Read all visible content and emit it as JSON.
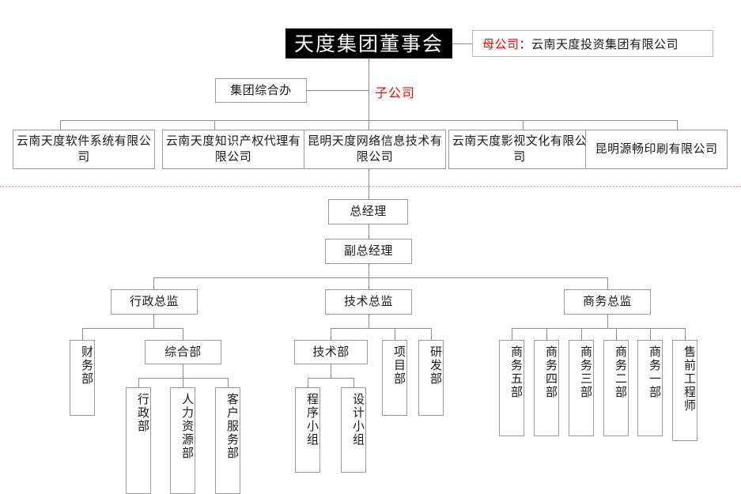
{
  "title": "天度集团董事会组织结构图",
  "colors": {
    "header_bg": "#000000",
    "header_text": "#ffffff",
    "box_border": "#9a9a9a",
    "line": "#8c8c8c",
    "accent_red": "#ff0000",
    "divider": "#ffb0b0",
    "text": "#1a1a1a"
  },
  "board": {
    "label": "天度集团董事会"
  },
  "parent_company": {
    "tag": "母公司",
    "separator": "：",
    "name": "云南天度投资集团有限公司"
  },
  "group_office": {
    "label": "集团综合办"
  },
  "subsidiary_tag": {
    "label": "子公司"
  },
  "subsidiaries": [
    {
      "label": "云南天度软件系统有限公司"
    },
    {
      "label": "云南天度知识产权代理有限公司"
    },
    {
      "label": "昆明天度网络信息技术有限公司"
    },
    {
      "label": "云南天度影视文化有限公司"
    },
    {
      "label": "昆明源畅印刷有限公司"
    }
  ],
  "management": {
    "general_manager": {
      "label": "总经理"
    },
    "deputy_general_manager": {
      "label": "副总经理"
    }
  },
  "directors": [
    {
      "label": "行政总监"
    },
    {
      "label": "技术总监"
    },
    {
      "label": "商务总监"
    }
  ],
  "admin_branch": {
    "finance": {
      "label": "财务部"
    },
    "general_dept": {
      "label": "综合部"
    },
    "general_dept_children": [
      {
        "label": "行政部"
      },
      {
        "label": "人力资源部"
      },
      {
        "label": "客户服务部"
      }
    ]
  },
  "tech_branch": {
    "tech_dept": {
      "label": "技术部"
    },
    "tech_dept_children": [
      {
        "label": "程序小组"
      },
      {
        "label": "设计小组"
      }
    ],
    "project_dept": {
      "label": "项目部"
    },
    "rnd_dept": {
      "label": "研发部"
    }
  },
  "business_branch": {
    "units": [
      {
        "label": "商务五部"
      },
      {
        "label": "商务四部"
      },
      {
        "label": "商务三部"
      },
      {
        "label": "商务二部"
      },
      {
        "label": "商务一部"
      },
      {
        "label": "售前工程师"
      }
    ]
  }
}
